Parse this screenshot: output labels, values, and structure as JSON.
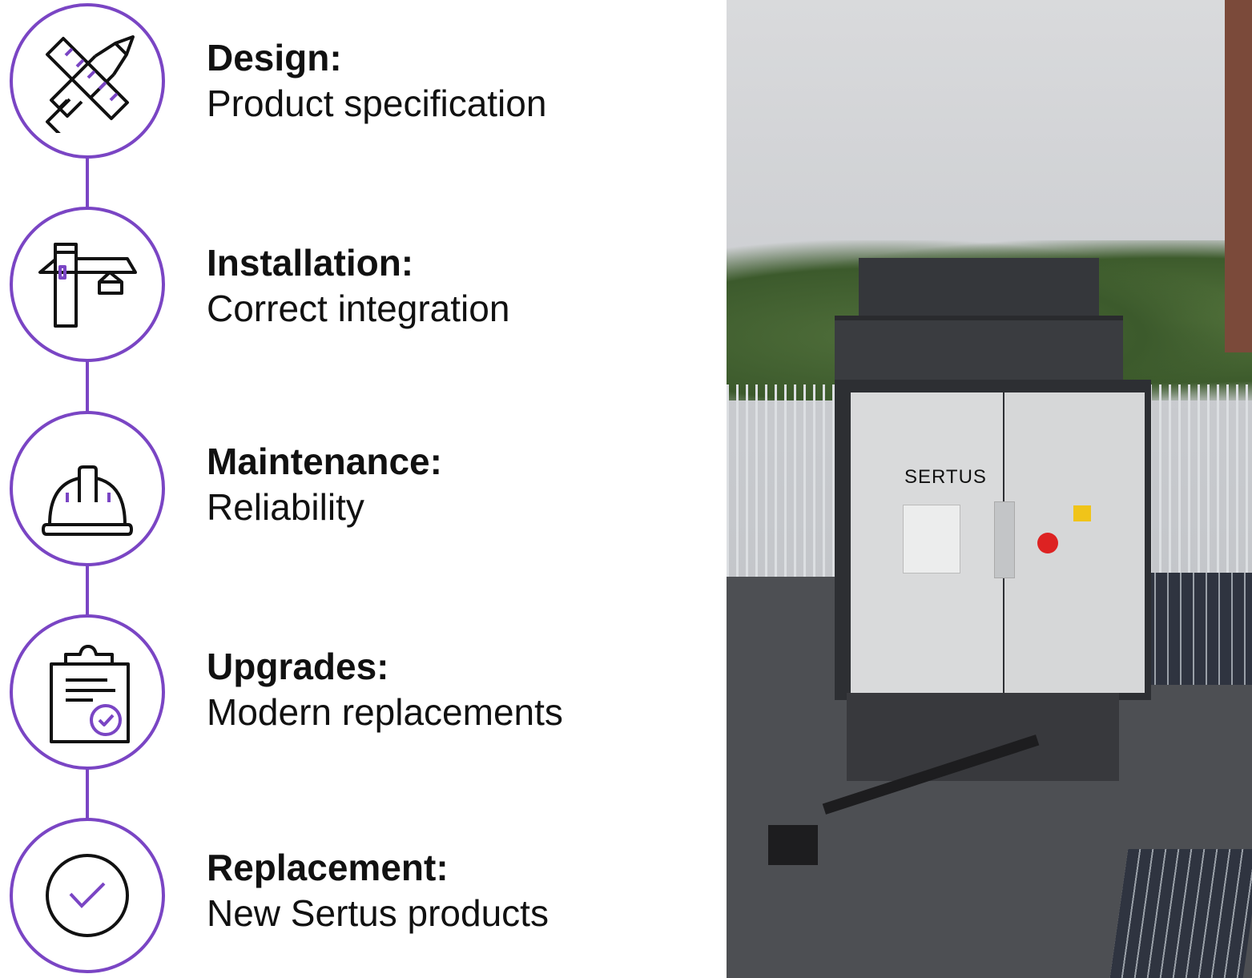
{
  "steps": [
    {
      "title": "Design:",
      "subtitle": "Product specification",
      "icon": "ruler-pencil-icon"
    },
    {
      "title": "Installation:",
      "subtitle": "Correct integration",
      "icon": "crane-icon"
    },
    {
      "title": "Maintenance:",
      "subtitle": "Reliability",
      "icon": "hard-hat-icon"
    },
    {
      "title": "Upgrades:",
      "subtitle": "Modern replacements",
      "icon": "clipboard-check-icon"
    },
    {
      "title": "Replacement:",
      "subtitle": "New Sertus products",
      "icon": "check-circle-icon"
    }
  ],
  "photo": {
    "brand": "SERTUS"
  },
  "colors": {
    "accent": "#7a45c4",
    "text": "#111111"
  }
}
